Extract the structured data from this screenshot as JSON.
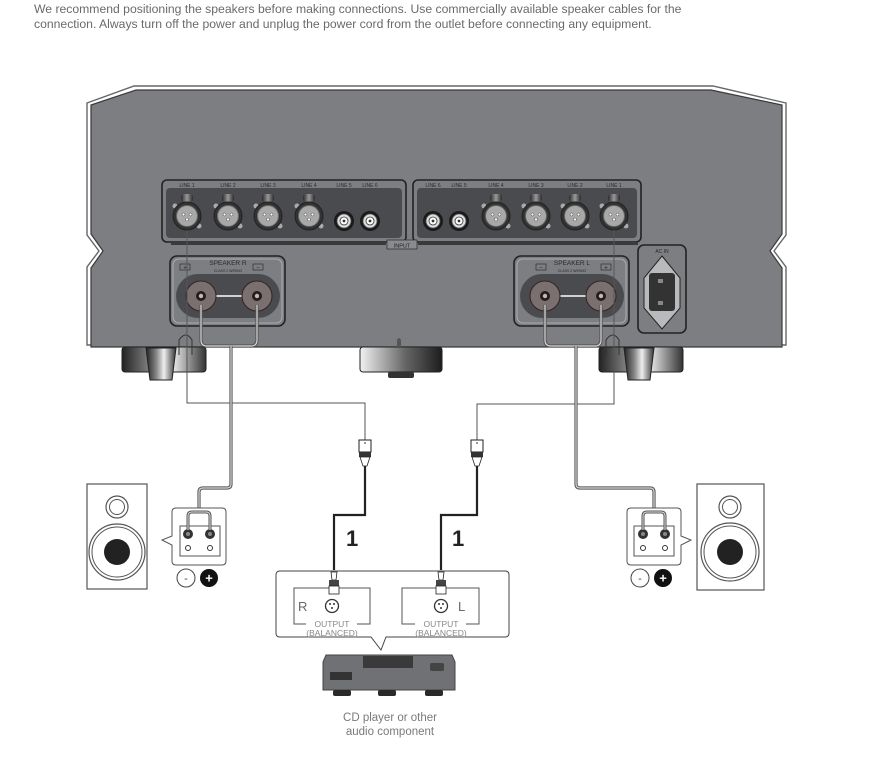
{
  "instructions": {
    "line1": "We recommend positioning the speakers before making connections. Use commercially available speaker cables for the",
    "line2": "connection. Always turn off the power and unplug the power cord from the outlet before connecting any equipment."
  },
  "amplifier": {
    "input_group_label": "INPUT",
    "left_input_bank": [
      "LINE 1",
      "LINE 2",
      "LINE 3",
      "LINE 4",
      "LINE 5",
      "LINE 6"
    ],
    "right_input_bank": [
      "LINE 6",
      "LINE 5",
      "LINE 4",
      "LINE 3",
      "LINE 2",
      "LINE 1"
    ],
    "speaker_r": {
      "label": "SPEAKER R",
      "sublabel": "CLASS 2 WIRING",
      "plus": "+",
      "minus": "−"
    },
    "speaker_l": {
      "label": "SPEAKER L",
      "sublabel": "CLASS 2 WIRING",
      "plus": "+",
      "minus": "−"
    },
    "ac_in_label": "AC IN"
  },
  "speakers": {
    "left": {
      "minus": "-",
      "plus": "+"
    },
    "right": {
      "minus": "-",
      "plus": "+"
    }
  },
  "cables": {
    "xlr_cable_marker": "1"
  },
  "source": {
    "output_r": {
      "channel": "R",
      "label": "OUTPUT",
      "sublabel": "(BALANCED)"
    },
    "output_l": {
      "channel": "L",
      "label": "OUTPUT",
      "sublabel": "(BALANCED)"
    },
    "caption_line1": "CD player or other",
    "caption_line2": "audio component"
  },
  "colors": {
    "chassis": "#7d7e81",
    "panel": "#4a4b4e",
    "text_gray": "#6a6a6a",
    "cable": "#333333"
  }
}
